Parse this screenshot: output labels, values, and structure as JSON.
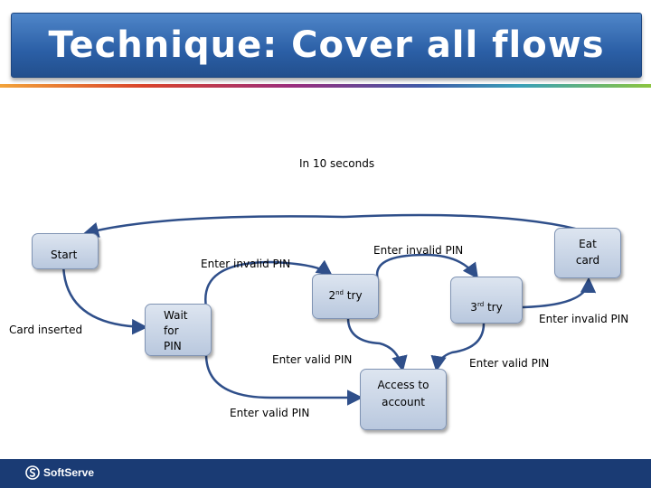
{
  "title": "Technique: Cover all flows",
  "logo": "SoftServe",
  "nodes": {
    "start": "Start",
    "wait": "Wait for PIN",
    "try2": "2nd try",
    "try3": "3rd try",
    "eat": "Eat card",
    "access": "Access to account"
  },
  "labels": {
    "timeout": "In 10 seconds",
    "card_inserted": "Card inserted",
    "invalid_1": "Enter invalid PIN",
    "invalid_2": "Enter invalid PIN",
    "invalid_3": "Enter invalid PIN",
    "valid_1": "Enter valid PIN",
    "valid_2": "Enter valid PIN",
    "valid_3": "Enter valid PIN"
  },
  "colors": {
    "title_bg": "#2b5fa6",
    "node_fill": "#c9d5e8",
    "arrow": "#2f4f8a",
    "footer": "#1a3b74"
  }
}
